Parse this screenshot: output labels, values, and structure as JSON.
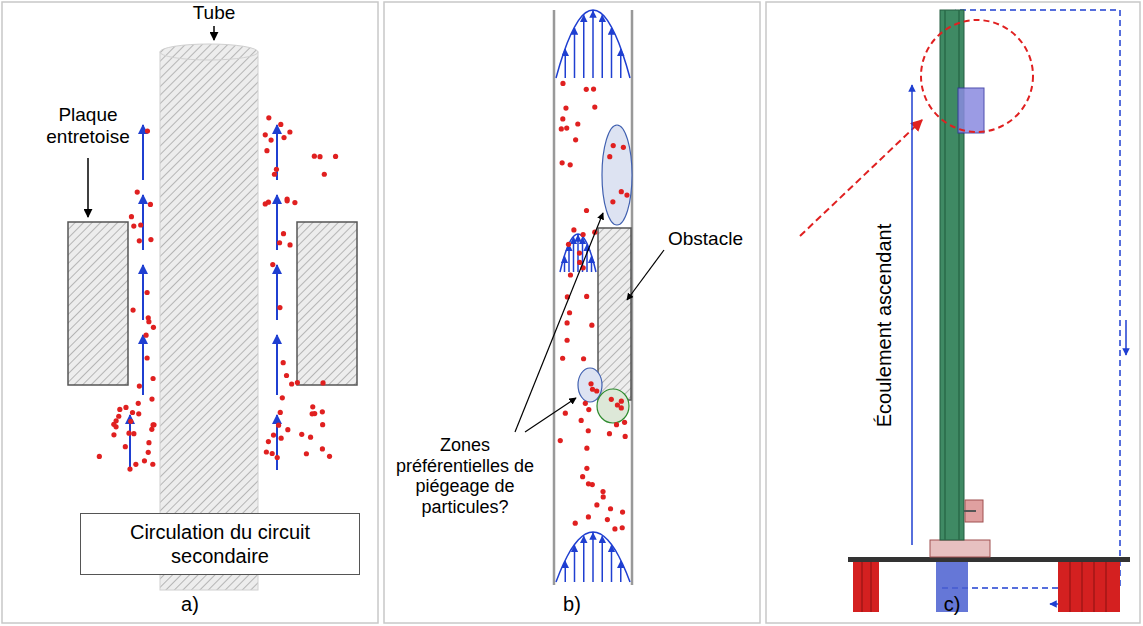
{
  "diagram": {
    "nodes": [
      {
        "text": [
          "Circulation du circuit secondaire"
        ]
      }
    ],
    "labels": [
      "Tube",
      "Plaque entretoise",
      "Obstacle",
      "Zones préférentielles de piégeage de particules?",
      "Écoulement ascendant",
      "a)",
      "b)",
      "c)"
    ]
  }
}
